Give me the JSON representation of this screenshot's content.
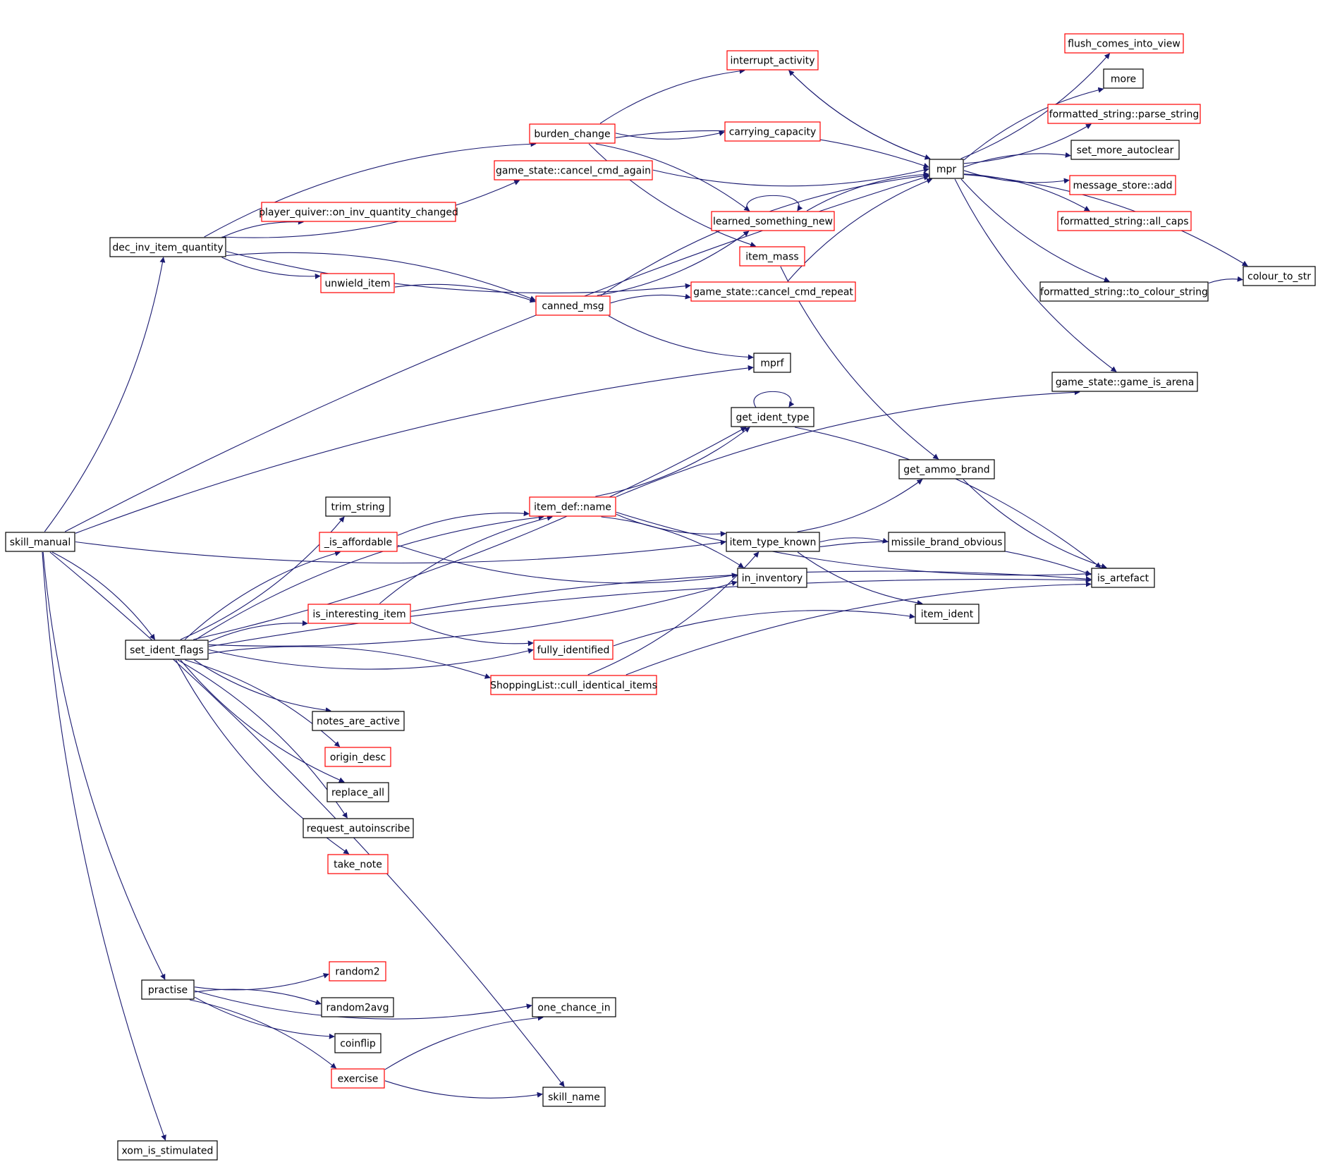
{
  "colors": {
    "edge": "#191970",
    "border_documented": "#000000",
    "border_undocumented": "#ff0000",
    "root_fill": "#bfbfbf",
    "node_fill": "#ffffff"
  },
  "nodes": [
    {
      "id": "skill_manual",
      "label": "skill_manual",
      "border": "black",
      "root": true
    },
    {
      "id": "dec_inv_item_quantity",
      "label": "dec_inv_item_quantity",
      "border": "black"
    },
    {
      "id": "set_ident_flags",
      "label": "set_ident_flags",
      "border": "black"
    },
    {
      "id": "practise",
      "label": "practise",
      "border": "black"
    },
    {
      "id": "xom_is_stimulated",
      "label": "xom_is_stimulated",
      "border": "black"
    },
    {
      "id": "burden_change",
      "label": "burden_change",
      "border": "red"
    },
    {
      "id": "cancel_cmd_again",
      "label": "game_state::cancel_cmd_again",
      "border": "red"
    },
    {
      "id": "on_inv_quantity_changed",
      "label": "player_quiver::on_inv_quantity_changed",
      "border": "red"
    },
    {
      "id": "unwield_item",
      "label": "unwield_item",
      "border": "red"
    },
    {
      "id": "canned_msg",
      "label": "canned_msg",
      "border": "red"
    },
    {
      "id": "interrupt_activity",
      "label": "interrupt_activity",
      "border": "red"
    },
    {
      "id": "carrying_capacity",
      "label": "carrying_capacity",
      "border": "red"
    },
    {
      "id": "learned_something_new",
      "label": "learned_something_new",
      "border": "red"
    },
    {
      "id": "item_mass",
      "label": "item_mass",
      "border": "red"
    },
    {
      "id": "cancel_cmd_repeat",
      "label": "game_state::cancel_cmd_repeat",
      "border": "red"
    },
    {
      "id": "mprf",
      "label": "mprf",
      "border": "black"
    },
    {
      "id": "mpr",
      "label": "mpr",
      "border": "black"
    },
    {
      "id": "flush_comes_into_view",
      "label": "flush_comes_into_view",
      "border": "red"
    },
    {
      "id": "more",
      "label": "more",
      "border": "black"
    },
    {
      "id": "parse_string",
      "label": "formatted_string::parse_string",
      "border": "red"
    },
    {
      "id": "set_more_autoclear",
      "label": "set_more_autoclear",
      "border": "black"
    },
    {
      "id": "message_store_add",
      "label": "message_store::add",
      "border": "red"
    },
    {
      "id": "all_caps",
      "label": "formatted_string::all_caps",
      "border": "red"
    },
    {
      "id": "to_colour_string",
      "label": "formatted_string::to_colour_string",
      "border": "black"
    },
    {
      "id": "colour_to_str",
      "label": "colour_to_str",
      "border": "black"
    },
    {
      "id": "game_is_arena",
      "label": "game_state::game_is_arena",
      "border": "black"
    },
    {
      "id": "get_ident_type",
      "label": "get_ident_type",
      "border": "black"
    },
    {
      "id": "get_ammo_brand",
      "label": "get_ammo_brand",
      "border": "black"
    },
    {
      "id": "trim_string",
      "label": "trim_string",
      "border": "black"
    },
    {
      "id": "item_def_name",
      "label": "item_def::name",
      "border": "red"
    },
    {
      "id": "is_affordable",
      "label": "_is_affordable",
      "border": "red"
    },
    {
      "id": "item_type_known",
      "label": "item_type_known",
      "border": "black"
    },
    {
      "id": "missile_brand_obvious",
      "label": "missile_brand_obvious",
      "border": "black"
    },
    {
      "id": "in_inventory",
      "label": "in_inventory",
      "border": "black"
    },
    {
      "id": "is_artefact",
      "label": "is_artefact",
      "border": "black"
    },
    {
      "id": "is_interesting_item",
      "label": "is_interesting_item",
      "border": "red"
    },
    {
      "id": "item_ident",
      "label": "item_ident",
      "border": "black"
    },
    {
      "id": "fully_identified",
      "label": "fully_identified",
      "border": "red"
    },
    {
      "id": "cull_identical_items",
      "label": "ShoppingList::cull_identical_items",
      "border": "red"
    },
    {
      "id": "notes_are_active",
      "label": "notes_are_active",
      "border": "black"
    },
    {
      "id": "origin_desc",
      "label": "origin_desc",
      "border": "red"
    },
    {
      "id": "replace_all",
      "label": "replace_all",
      "border": "black"
    },
    {
      "id": "request_autoinscribe",
      "label": "request_autoinscribe",
      "border": "black"
    },
    {
      "id": "take_note",
      "label": "take_note",
      "border": "red"
    },
    {
      "id": "random2",
      "label": "random2",
      "border": "red"
    },
    {
      "id": "random2avg",
      "label": "random2avg",
      "border": "black"
    },
    {
      "id": "coinflip",
      "label": "coinflip",
      "border": "black"
    },
    {
      "id": "exercise",
      "label": "exercise",
      "border": "red"
    },
    {
      "id": "one_chance_in",
      "label": "one_chance_in",
      "border": "black"
    },
    {
      "id": "skill_name",
      "label": "skill_name",
      "border": "black"
    }
  ],
  "edges": [
    [
      "skill_manual",
      "mpr"
    ],
    [
      "skill_manual",
      "dec_inv_item_quantity"
    ],
    [
      "skill_manual",
      "mprf"
    ],
    [
      "skill_manual",
      "item_type_known"
    ],
    [
      "skill_manual",
      "set_ident_flags"
    ],
    [
      "skill_manual",
      "practise"
    ],
    [
      "skill_manual",
      "skill_name"
    ],
    [
      "skill_manual",
      "xom_is_stimulated"
    ],
    [
      "dec_inv_item_quantity",
      "burden_change"
    ],
    [
      "dec_inv_item_quantity",
      "cancel_cmd_again"
    ],
    [
      "dec_inv_item_quantity",
      "on_inv_quantity_changed"
    ],
    [
      "dec_inv_item_quantity",
      "unwield_item"
    ],
    [
      "dec_inv_item_quantity",
      "canned_msg"
    ],
    [
      "dec_inv_item_quantity",
      "cancel_cmd_repeat"
    ],
    [
      "burden_change",
      "interrupt_activity"
    ],
    [
      "burden_change",
      "carrying_capacity"
    ],
    [
      "burden_change",
      "learned_something_new"
    ],
    [
      "burden_change",
      "item_mass"
    ],
    [
      "burden_change",
      "mpr"
    ],
    [
      "cancel_cmd_again",
      "mpr"
    ],
    [
      "unwield_item",
      "canned_msg"
    ],
    [
      "canned_msg",
      "learned_something_new"
    ],
    [
      "canned_msg",
      "cancel_cmd_repeat"
    ],
    [
      "canned_msg",
      "mprf"
    ],
    [
      "canned_msg",
      "mpr"
    ],
    [
      "learned_something_new",
      "learned_something_new"
    ],
    [
      "learned_something_new",
      "mpr"
    ],
    [
      "item_mass",
      "get_ammo_brand"
    ],
    [
      "cancel_cmd_repeat",
      "mpr"
    ],
    [
      "interrupt_activity",
      "mpr"
    ],
    [
      "mpr",
      "interrupt_activity"
    ],
    [
      "mpr",
      "flush_comes_into_view"
    ],
    [
      "mpr",
      "more"
    ],
    [
      "mpr",
      "parse_string"
    ],
    [
      "mpr",
      "set_more_autoclear"
    ],
    [
      "mpr",
      "message_store_add"
    ],
    [
      "mpr",
      "all_caps"
    ],
    [
      "mpr",
      "to_colour_string"
    ],
    [
      "mpr",
      "colour_to_str"
    ],
    [
      "mpr",
      "game_is_arena"
    ],
    [
      "to_colour_string",
      "colour_to_str"
    ],
    [
      "set_ident_flags",
      "get_ident_type"
    ],
    [
      "set_ident_flags",
      "item_def_name"
    ],
    [
      "set_ident_flags",
      "trim_string"
    ],
    [
      "set_ident_flags",
      "is_affordable"
    ],
    [
      "set_ident_flags",
      "in_inventory"
    ],
    [
      "set_ident_flags",
      "is_interesting_item"
    ],
    [
      "set_ident_flags",
      "fully_identified"
    ],
    [
      "set_ident_flags",
      "cull_identical_items"
    ],
    [
      "set_ident_flags",
      "notes_are_active"
    ],
    [
      "set_ident_flags",
      "origin_desc"
    ],
    [
      "set_ident_flags",
      "replace_all"
    ],
    [
      "set_ident_flags",
      "request_autoinscribe"
    ],
    [
      "set_ident_flags",
      "take_note"
    ],
    [
      "set_ident_flags",
      "is_artefact"
    ],
    [
      "get_ident_type",
      "get_ident_type"
    ],
    [
      "get_ident_type",
      "is_artefact"
    ],
    [
      "item_def_name",
      "get_ident_type"
    ],
    [
      "item_def_name",
      "game_is_arena"
    ],
    [
      "item_def_name",
      "item_type_known"
    ],
    [
      "item_def_name",
      "in_inventory"
    ],
    [
      "item_def_name",
      "is_artefact"
    ],
    [
      "is_affordable",
      "item_def_name"
    ],
    [
      "is_affordable",
      "in_inventory"
    ],
    [
      "is_interesting_item",
      "item_def_name"
    ],
    [
      "is_interesting_item",
      "fully_identified"
    ],
    [
      "is_interesting_item",
      "is_artefact"
    ],
    [
      "item_type_known",
      "get_ammo_brand"
    ],
    [
      "item_type_known",
      "missile_brand_obvious"
    ],
    [
      "item_type_known",
      "item_ident"
    ],
    [
      "item_type_known",
      "is_artefact"
    ],
    [
      "get_ammo_brand",
      "is_artefact"
    ],
    [
      "fully_identified",
      "item_ident"
    ],
    [
      "cull_identical_items",
      "item_type_known"
    ],
    [
      "cull_identical_items",
      "is_artefact"
    ],
    [
      "practise",
      "random2"
    ],
    [
      "practise",
      "random2avg"
    ],
    [
      "practise",
      "coinflip"
    ],
    [
      "practise",
      "exercise"
    ],
    [
      "practise",
      "one_chance_in"
    ],
    [
      "exercise",
      "one_chance_in"
    ],
    [
      "exercise",
      "skill_name"
    ]
  ]
}
